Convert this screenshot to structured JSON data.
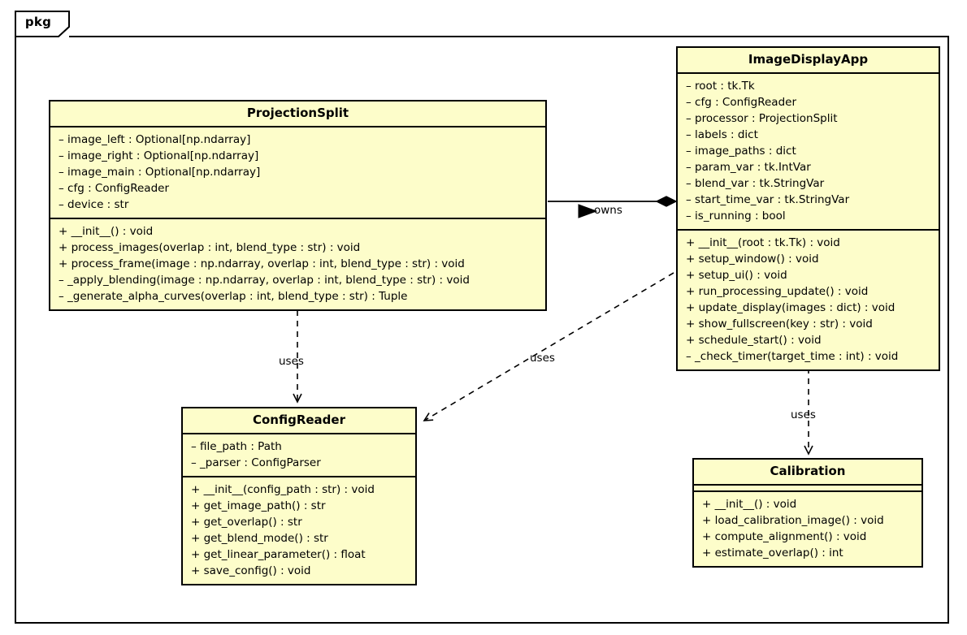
{
  "diagram": {
    "type": "uml-class-diagram",
    "package_label": "pkg",
    "background": "#ffffff",
    "class_fill": "#fdfdca",
    "class_border": "#000000"
  },
  "classes": {
    "projection_split": {
      "name": "ProjectionSplit",
      "attributes": [
        "– image_left : Optional[np.ndarray]",
        "– image_right : Optional[np.ndarray]",
        "– image_main : Optional[np.ndarray]",
        "– cfg : ConfigReader",
        "– device : str"
      ],
      "methods": [
        "+ __init__() : void",
        "+ process_images(overlap : int, blend_type : str) : void",
        "+ process_frame(image : np.ndarray, overlap : int, blend_type : str) : void",
        "– _apply_blending(image : np.ndarray, overlap : int, blend_type : str) : void",
        "– _generate_alpha_curves(overlap : int, blend_type : str) : Tuple"
      ]
    },
    "image_display_app": {
      "name": "ImageDisplayApp",
      "attributes": [
        "– root : tk.Tk",
        "– cfg : ConfigReader",
        "– processor : ProjectionSplit",
        "– labels : dict",
        "– image_paths : dict",
        "– param_var : tk.IntVar",
        "– blend_var : tk.StringVar",
        "– start_time_var : tk.StringVar",
        "– is_running : bool"
      ],
      "methods": [
        "+ __init__(root : tk.Tk) : void",
        "+ setup_window() : void",
        "+ setup_ui() : void",
        "+ run_processing_update() : void",
        "+ update_display(images : dict) : void",
        "+ show_fullscreen(key : str) : void",
        "+ schedule_start() : void",
        "– _check_timer(target_time : int) : void"
      ]
    },
    "config_reader": {
      "name": "ConfigReader",
      "attributes": [
        "– file_path : Path",
        "– _parser : ConfigParser"
      ],
      "methods": [
        "+ __init__(config_path : str) : void",
        "+ get_image_path() : str",
        "+ get_overlap() : str",
        "+ get_blend_mode() : str",
        "+ get_linear_parameter() : float",
        "+ save_config() : void"
      ]
    },
    "calibration": {
      "name": "Calibration",
      "attributes": [],
      "methods": [
        "+ __init__() : void",
        "+ load_calibration_image() : void",
        "+ compute_alignment() : void",
        "+ estimate_overlap() : int"
      ]
    }
  },
  "relationships": [
    {
      "id": "owns",
      "label": "owns",
      "kind": "composition",
      "from": "ImageDisplayApp",
      "to": "ProjectionSplit"
    },
    {
      "id": "uses-projection-config",
      "label": "uses",
      "kind": "dependency",
      "from": "ProjectionSplit",
      "to": "ConfigReader"
    },
    {
      "id": "uses-app-config",
      "label": "uses",
      "kind": "dependency",
      "from": "ImageDisplayApp",
      "to": "ConfigReader"
    },
    {
      "id": "uses-app-calibration",
      "label": "uses",
      "kind": "dependency",
      "from": "ImageDisplayApp",
      "to": "Calibration"
    }
  ]
}
